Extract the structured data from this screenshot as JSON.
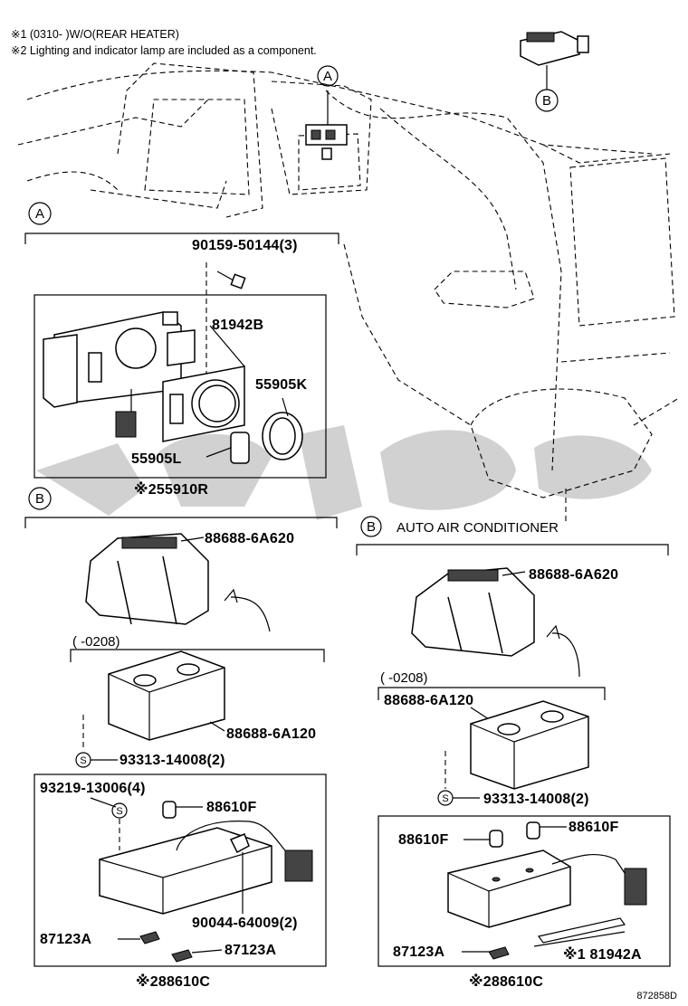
{
  "notes": {
    "line1": "※1 (0310-     )W/O(REAR HEATER)",
    "line2": "※2 Lighting and indicator lamp are included as a component."
  },
  "callouts": {
    "a_top": "A",
    "b_top": "B",
    "a_section": "A",
    "b_left_section": "B",
    "b_right_section": "B"
  },
  "section_a": {
    "bolt": "90159-50144(3)",
    "panel": "81942B",
    "knob": "55905K",
    "button": "55905L",
    "assembly": "※255910R"
  },
  "section_b_left": {
    "bracket": "88688-6A620",
    "range": "(      -0208)",
    "bracket_old": "88688-6A120",
    "screw_mark": "S",
    "screw": "93313-14008(2)",
    "screw2_mark": "S",
    "screw2": "93219-13006(4)",
    "bulb": "88610F",
    "socket": "90044-64009(2)",
    "clip1": "87123A",
    "clip2": "87123A",
    "assembly": "※288610C"
  },
  "section_b_right": {
    "title": "AUTO AIR CONDITIONER",
    "bracket": "88688-6A620",
    "range": "(      -0208)",
    "bracket_old": "88688-6A120",
    "screw_mark": "S",
    "screw": "93313-14008(2)",
    "bulb1": "88610F",
    "bulb2": "88610F",
    "clip": "87123A",
    "pad": "※1 81942A",
    "assembly": "※288610C"
  },
  "figure_id": "872858D"
}
